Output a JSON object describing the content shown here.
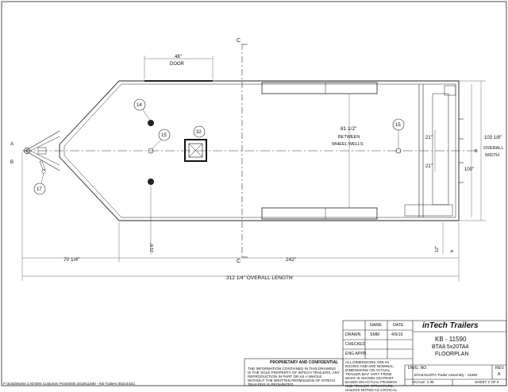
{
  "border_letters_left": [
    "A",
    "B"
  ],
  "dimensions": {
    "door_width": "48\"",
    "door_label": "DOOR",
    "between_wheel_wells_value": "81 1/2\"",
    "between_wheel_wells_line1": "BETWEEN",
    "between_wheel_wells_line2": "WHEEL WELLS",
    "overall_width_value": "103 1/8\"",
    "overall_width_label1": "OVERALL",
    "overall_width_label2": "WIDTH",
    "width_100": "100\"",
    "inner_21_top": "21\"",
    "inner_21_bottom": "21\"",
    "left_216": "21'6\"",
    "right_12": "12\"",
    "right_b": "b",
    "tongue": "70 1/4\"",
    "box_length": "242\"",
    "overall_length": "312 1/4\" OVERALL LENGTH"
  },
  "section_marks": [
    "C",
    "C"
  ],
  "balloons": [
    "14",
    "15",
    "32",
    "15",
    "17"
  ],
  "title_block": {
    "company": "inTech Trailers",
    "hdr_name": "NAME",
    "hdr_date": "DATE",
    "rows": [
      {
        "label": "DRAWN",
        "name": "SMM",
        "date": "4/9/19"
      },
      {
        "label": "CHECKED",
        "name": "",
        "date": ""
      },
      {
        "label": "ENG APPR.",
        "name": "",
        "date": ""
      }
    ],
    "job": "KB - 11590",
    "model": "BTA8.5x20TA4",
    "view": "FLOORPLAN",
    "notes": "ALL DIMENSIONS ARE IN INCHES AND ARE NOMINAL. DIMENSIONS ON ACTUAL TRAILER MAY VARY FROM WHAT IS SHOWN ON PRINT BASED ON ACTUAL FRAMING AND TRAILER STRUCTURE, UNLESS NOTED AS CRITICAL.",
    "proprietary_title": "PROPRIETARY AND CONFIDENTIAL",
    "proprietary_text": "THE INFORMATION CONTAINED IN THIS DRAWING IS THE SOLE PROPERTY OF INTECH TRAILERS. ANY REPRODUCTION IN PART OR AS A WHOLE WITHOUT THE WRITTEN PERMISSION OF INTECH TRAILERS IS PROHIBITED.",
    "dwg_no_label": "DWG. NO.",
    "dwg_no": "BTA8.5x20TA Trailer Assembly - 11590",
    "rev_label": "REV.",
    "rev": "A",
    "scale": "SCALE: 1:35",
    "sheet": "SHEET 2 OF 5"
  },
  "file_path": "F:\\SolidWorks CAD\\000 Customer Prints\\000 2019\\11590 - KB Trailers 00224431\\"
}
